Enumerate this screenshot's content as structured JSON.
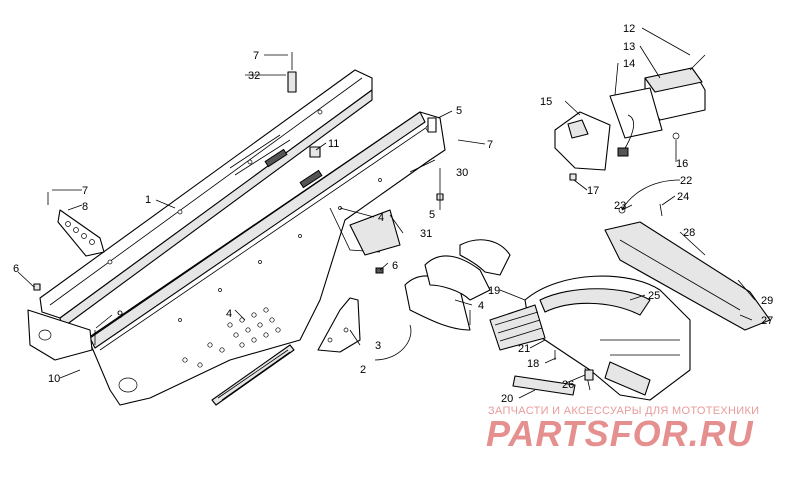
{
  "callouts": {
    "c1": "1",
    "c2": "2",
    "c3": "3",
    "c4a": "4",
    "c4b": "4",
    "c4c": "4",
    "c5a": "5",
    "c5b": "5",
    "c6a": "6",
    "c6b": "6",
    "c7a": "7",
    "c7b": "7",
    "c7c": "7",
    "c8": "8",
    "c9": "9",
    "c10": "10",
    "c11": "11",
    "c12": "12",
    "c13": "13",
    "c14": "14",
    "c15": "15",
    "c16": "16",
    "c17": "17",
    "c18": "18",
    "c19": "19",
    "c20": "20",
    "c21": "21",
    "c22": "22",
    "c23": "23",
    "c24": "24",
    "c25": "25",
    "c26": "26",
    "c27": "27",
    "c28": "28",
    "c29": "29",
    "c30": "30",
    "c31": "31",
    "c32": "32"
  },
  "watermark": {
    "line1": "ЗАПЧАСТИ И АКСЕССУАРЫ ДЛЯ МОТОТЕХНИКИ",
    "logo": "PARTSFOR.RU"
  }
}
